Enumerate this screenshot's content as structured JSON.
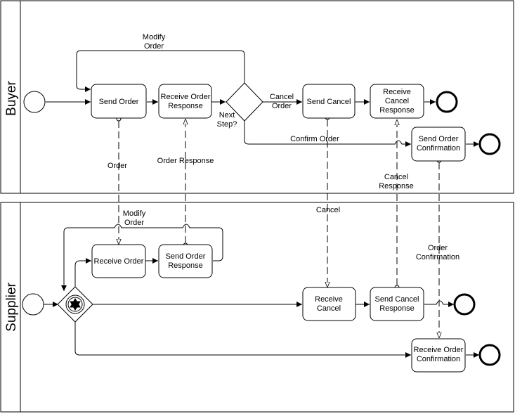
{
  "pools": {
    "buyer": "Buyer",
    "supplier": "Supplier"
  },
  "tasks": {
    "send_order": "Send Order",
    "receive_order_response": [
      "Receive Order",
      "Response"
    ],
    "send_cancel": "Send Cancel",
    "receive_cancel_response": [
      "Receive",
      "Cancel",
      "Response"
    ],
    "send_order_confirmation": [
      "Send Order",
      "Confirmation"
    ],
    "receive_order": "Receive Order",
    "send_order_response": [
      "Send Order",
      "Response"
    ],
    "receive_cancel": [
      "Receive",
      "Cancel"
    ],
    "send_cancel_response": [
      "Send Cancel",
      "Response"
    ],
    "receive_order_confirmation": [
      "Receive Order",
      "Confirmation"
    ]
  },
  "labels": {
    "modify_order_buyer": [
      "Modify",
      "Order"
    ],
    "next_step": [
      "Next",
      "Step?"
    ],
    "cancel_order": [
      "Cancel",
      "Order"
    ],
    "confirm_order": "Confirm Order",
    "modify_order_supplier": [
      "Modify",
      "Order"
    ]
  },
  "messages": {
    "order": "Order",
    "order_response": "Order Response",
    "cancel": "Cancel",
    "cancel_response": [
      "Cancel",
      "Response"
    ],
    "order_confirmation": [
      "Order",
      "Confirmation"
    ]
  }
}
